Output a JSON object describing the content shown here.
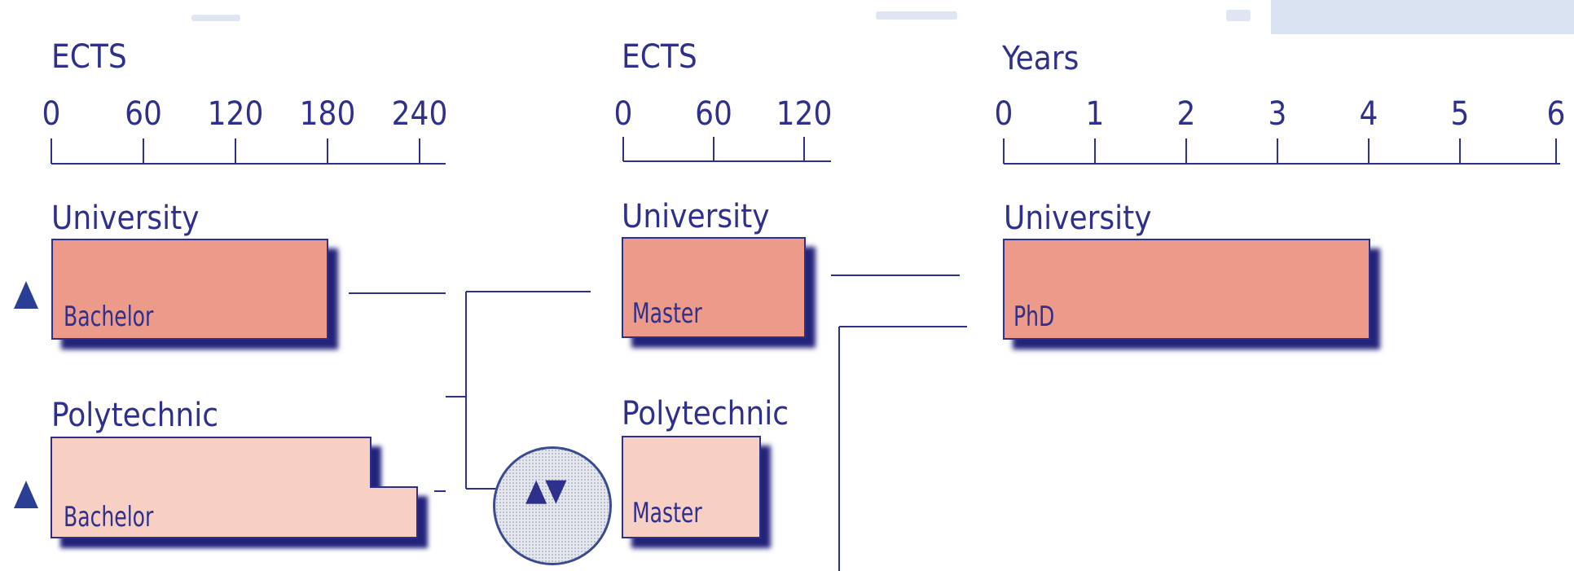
{
  "panels": [
    {
      "unit": "ECTS",
      "ticks": [
        "0",
        "60",
        "120",
        "180",
        "240"
      ],
      "programs": [
        {
          "institution": "University",
          "degree": "Bachelor",
          "credits": 180
        },
        {
          "institution": "Polytechnic",
          "degree": "Bachelor",
          "credits": "210–240"
        }
      ]
    },
    {
      "unit": "ECTS",
      "ticks": [
        "0",
        "60",
        "120"
      ],
      "programs": [
        {
          "institution": "University",
          "degree": "Master",
          "credits": 120
        },
        {
          "institution": "Polytechnic",
          "degree": "Master",
          "credits": 90
        }
      ]
    },
    {
      "unit": "Years",
      "ticks": [
        "0",
        "1",
        "2",
        "3",
        "4",
        "5",
        "6"
      ],
      "programs": [
        {
          "institution": "University",
          "degree": "PhD",
          "years": 4
        }
      ]
    }
  ],
  "markers": {
    "up_arrow": "▲",
    "bidirectional": "▲▼"
  },
  "colors": {
    "text": "#2f2f8c",
    "university_box": "#ec9a8a",
    "polytechnic_box": "#f7cfc3",
    "shadow": "#23237a"
  }
}
